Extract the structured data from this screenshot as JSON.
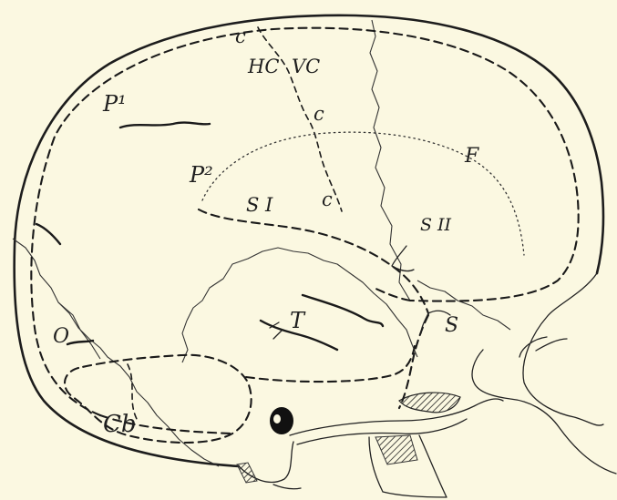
{
  "figure": {
    "labels": {
      "hc": "HC",
      "vc": "VC",
      "c_top": "c",
      "c_mid": "c",
      "c_low": "c",
      "p1": "P¹",
      "p2": "P²",
      "f": "F",
      "s1": "S I",
      "s2": "S II",
      "t": "T",
      "s": "S",
      "o": "O",
      "cb": "Cb"
    }
  }
}
